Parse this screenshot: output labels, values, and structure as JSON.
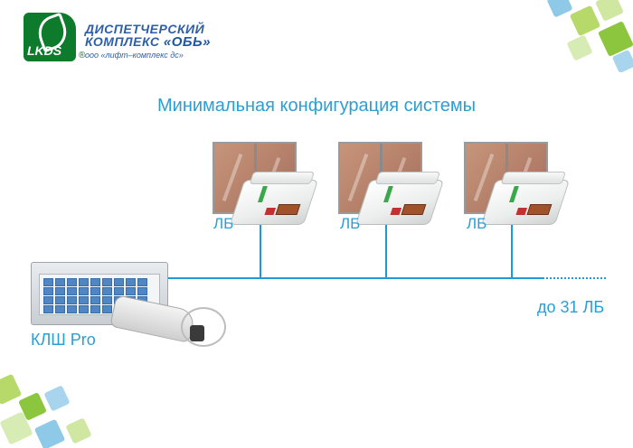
{
  "logo": {
    "mark_text": "LKDS",
    "reg_mark": "®",
    "line1": "ДИСПЕТЧЕРСКИЙ",
    "line2_prefix": "КОМПЛЕКС ",
    "line2_brand": "«ОБЬ»",
    "line3": "ооо «лифт–комплекс дс»"
  },
  "title": "Минимальная конфигурация системы",
  "devices": [
    {
      "label": "ЛБ"
    },
    {
      "label": "ЛБ"
    },
    {
      "label": "ЛБ"
    }
  ],
  "controller_label": "КЛШ Pro",
  "bus_note": "до 31 ЛБ",
  "colors": {
    "accent": "#2a9fd6",
    "bus": "#1f9ad8",
    "brand_green": "#0d7a2c",
    "brand_blue": "#2d5fa8"
  }
}
